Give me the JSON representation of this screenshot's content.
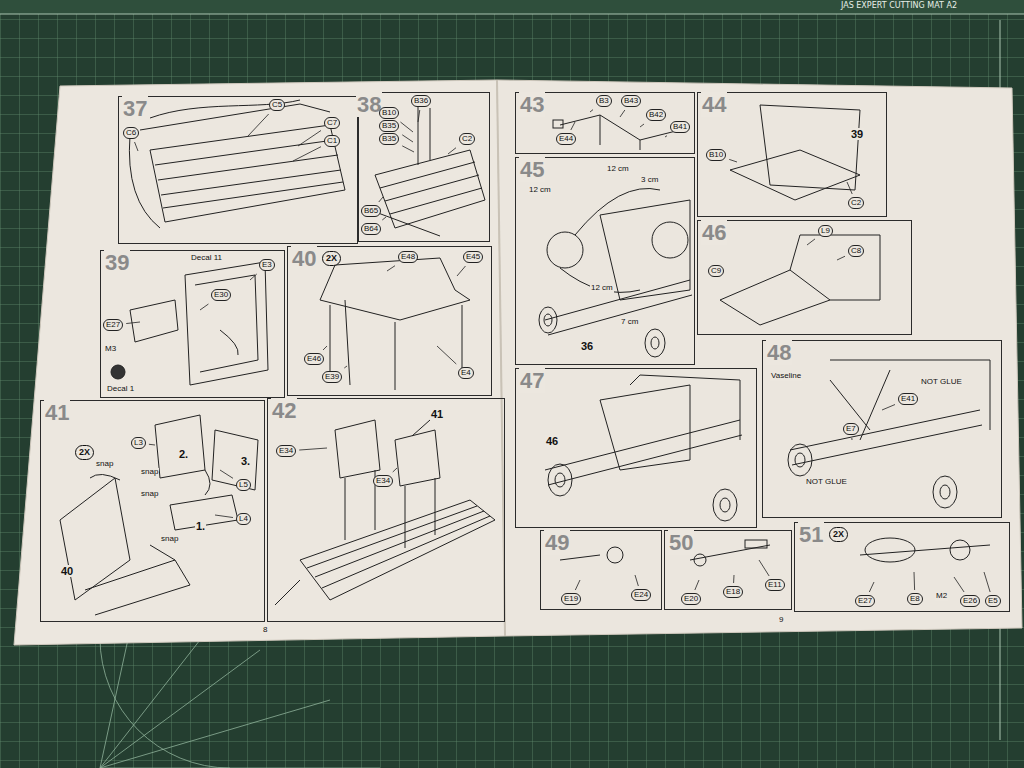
{
  "diagram": {
    "nodes": [
      {
        "text": [
          "37"
        ]
      },
      {
        "text": [
          "C5"
        ],
        "in": 0
      },
      {
        "text": [
          "C7"
        ],
        "in": 0
      },
      {
        "text": [
          "C1"
        ],
        "in": 0
      },
      {
        "text": [
          "C6"
        ],
        "in": 0
      },
      {
        "text": [
          "38"
        ]
      },
      {
        "text": [
          "B36"
        ],
        "in": 5
      },
      {
        "text": [
          "B10"
        ],
        "in": 5
      },
      {
        "text": [
          "B35"
        ],
        "in": 5
      },
      {
        "text": [
          "B35"
        ],
        "in": 5
      },
      {
        "text": [
          "C2"
        ],
        "in": 5
      },
      {
        "text": [
          "B65"
        ],
        "in": 5
      },
      {
        "text": [
          "B64"
        ],
        "in": 5
      },
      {
        "text": [
          "39"
        ]
      },
      {
        "text": [
          "E27"
        ],
        "in": 13
      },
      {
        "text": [
          "E30"
        ],
        "in": 13
      },
      {
        "text": [
          "E3"
        ],
        "in": 13
      },
      {
        "text": [
          "40"
        ]
      },
      {
        "text": [
          "2X"
        ],
        "in": 17
      },
      {
        "text": [
          "E48"
        ],
        "in": 17
      },
      {
        "text": [
          "E45"
        ],
        "in": 17
      },
      {
        "text": [
          "E46"
        ],
        "in": 17
      },
      {
        "text": [
          "E39"
        ],
        "in": 17
      },
      {
        "text": [
          "E4"
        ],
        "in": 17
      },
      {
        "text": [
          "41"
        ]
      },
      {
        "text": [
          "2X"
        ],
        "in": 24
      },
      {
        "text": [
          "L3"
        ],
        "in": 24
      },
      {
        "text": [
          "L5"
        ],
        "in": 24
      },
      {
        "text": [
          "L4"
        ],
        "in": 24
      },
      {
        "text": [
          "42"
        ]
      },
      {
        "text": [
          "E34"
        ],
        "in": 29
      },
      {
        "text": [
          "E34"
        ],
        "in": 29
      },
      {
        "text": [
          "43"
        ]
      },
      {
        "text": [
          "B3"
        ],
        "in": 32
      },
      {
        "text": [
          "B43"
        ],
        "in": 32
      },
      {
        "text": [
          "B42"
        ],
        "in": 32
      },
      {
        "text": [
          "B41"
        ],
        "in": 32
      },
      {
        "text": [
          "E44"
        ],
        "in": 32
      },
      {
        "text": [
          "44"
        ]
      },
      {
        "text": [
          "B10"
        ],
        "in": 38
      },
      {
        "text": [
          "C2"
        ],
        "in": 38
      },
      {
        "text": [
          "45"
        ]
      },
      {
        "text": [
          "46"
        ]
      },
      {
        "text": [
          "C9"
        ],
        "in": 42
      },
      {
        "text": [
          "C8"
        ],
        "in": 42
      },
      {
        "text": [
          "L9"
        ],
        "in": 42
      },
      {
        "text": [
          "47"
        ]
      },
      {
        "text": [
          "48"
        ]
      },
      {
        "text": [
          "E41"
        ],
        "in": 47
      },
      {
        "text": [
          "E7"
        ],
        "in": 47
      },
      {
        "text": [
          "49"
        ]
      },
      {
        "text": [
          "E19"
        ],
        "in": 50
      },
      {
        "text": [
          "E24"
        ],
        "in": 50
      },
      {
        "text": [
          "50"
        ]
      },
      {
        "text": [
          "E20"
        ],
        "in": 53
      },
      {
        "text": [
          "E18"
        ],
        "in": 53
      },
      {
        "text": [
          "E11"
        ],
        "in": 53
      },
      {
        "text": [
          "51"
        ]
      },
      {
        "text": [
          "2X"
        ],
        "in": 57
      },
      {
        "text": [
          "E27"
        ],
        "in": 57
      },
      {
        "text": [
          "E8"
        ],
        "in": 57
      },
      {
        "text": [
          "E26"
        ],
        "in": 57
      },
      {
        "text": [
          "E5"
        ],
        "in": 57
      }
    ],
    "labels": [
      "JAS EXPERT CUTTING MAT A2",
      "Decal 11",
      "M3",
      "Decal 1",
      "snap",
      "snap",
      "snap",
      "snap",
      "1.",
      "2.",
      "3.",
      "40",
      "41",
      "39",
      "12 cm",
      "3 cm",
      "12 cm",
      "12 cm",
      "7 cm",
      "36",
      "46",
      "Vaseline",
      "NOT GLUE",
      "NOT GLUE",
      "M2",
      "8",
      "9"
    ]
  }
}
